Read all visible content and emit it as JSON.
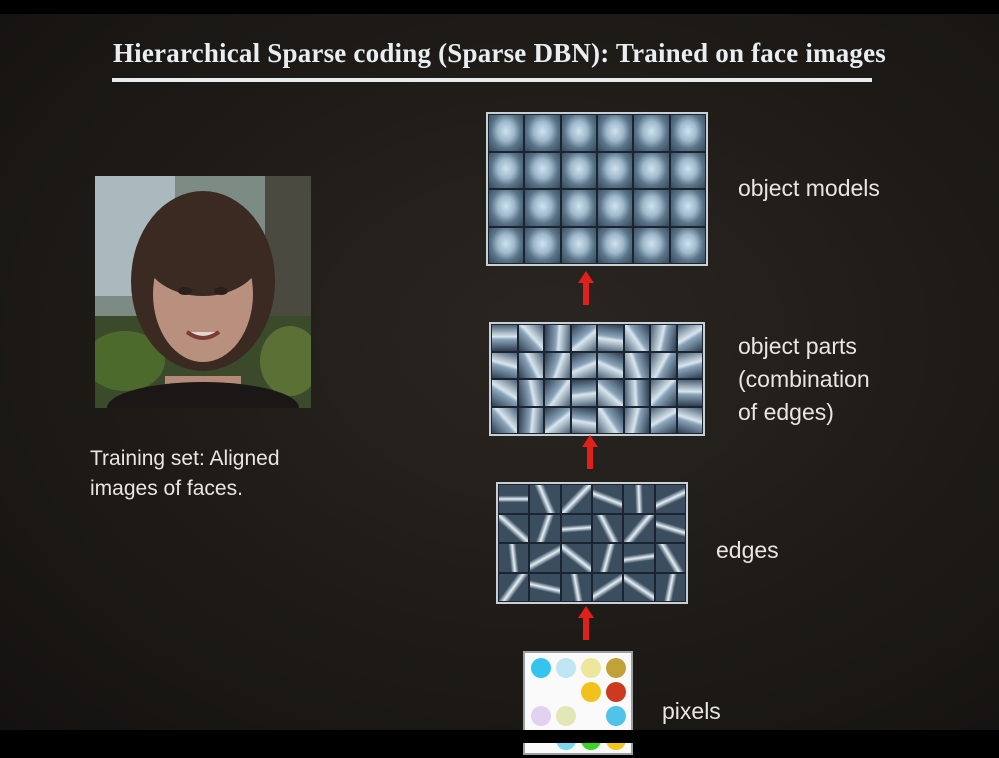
{
  "slide": {
    "title": "Hierarchical Sparse coding (Sparse DBN): Trained on face images",
    "caption_line1": "Training set: Aligned",
    "caption_line2": "images of faces.",
    "labels": {
      "object_models": "object models",
      "object_parts_1": "object parts",
      "object_parts_2": "(combination",
      "object_parts_3": "of edges)",
      "edges": "edges",
      "pixels": "pixels"
    }
  },
  "colors": {
    "arrow": "#e0201a",
    "title": "#e9eef2",
    "text": "#e8e6e2"
  },
  "pixel_dots": [
    "#35c4ee",
    "#bfe6f2",
    "#ece79a",
    "#c1a13a",
    "#f2c21c",
    "#cc3a1f",
    "#e2d2ef",
    "#e3e7b6",
    "#4fc3ea",
    "#7ad8ef",
    "#3bd22a",
    "#f3c41c"
  ]
}
